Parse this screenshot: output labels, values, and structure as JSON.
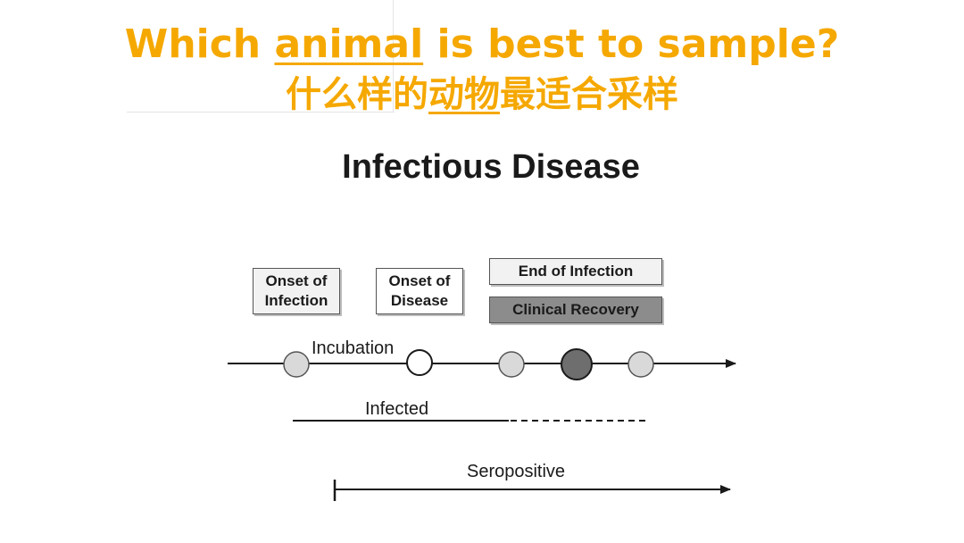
{
  "title_en": {
    "before": "Which ",
    "underlined": "animal",
    "after": " is best to sample?"
  },
  "title_zh": {
    "before": "什么样的",
    "underlined": "动物",
    "after": "最适合采样"
  },
  "diagram": {
    "title": "Infectious Disease",
    "boxes": {
      "onset_infection": [
        "Onset of",
        "Infection"
      ],
      "onset_disease": [
        "Onset of",
        "Disease"
      ],
      "end_infection": "End of  Infection",
      "clinical_recovery": "Clinical Recovery"
    },
    "labels": {
      "incubation": "Incubation",
      "infected": "Infected",
      "seropositive": "Seropositive"
    }
  },
  "colors": {
    "accent": "#f5a800",
    "node_light": "#d9d9d9",
    "node_dark": "#6e6e6e",
    "node_white": "#ffffff"
  }
}
